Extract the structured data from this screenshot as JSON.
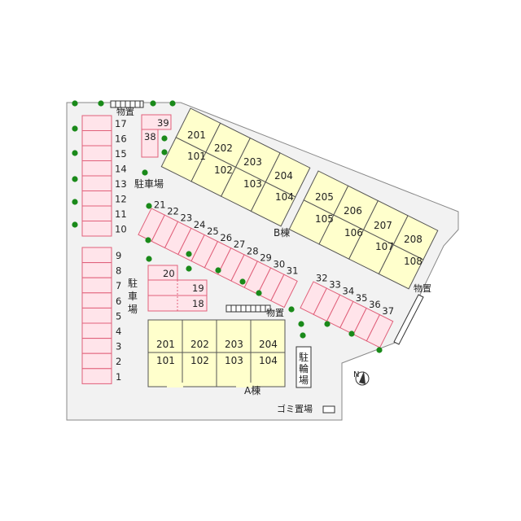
{
  "labels": {
    "storage_top": "物置",
    "parking_west": "駐車場",
    "parking_middle": "駐車場",
    "storage_middle": "物置",
    "storage_east": "物置",
    "bicycle": "駐輪場",
    "garbage": "ゴミ置場",
    "building_a": "A棟",
    "building_b": "B棟",
    "north": "N"
  },
  "building_a_rooms": {
    "upper": [
      "201",
      "202",
      "203",
      "204"
    ],
    "lower": [
      "101",
      "102",
      "103",
      "104"
    ]
  },
  "building_b_west_rooms": {
    "upper": [
      "201",
      "202",
      "203",
      "204"
    ],
    "lower": [
      "101",
      "102",
      "103",
      "104"
    ]
  },
  "building_b_east_rooms": {
    "upper": [
      "205",
      "206",
      "207",
      "208"
    ],
    "lower": [
      "105",
      "106",
      "107",
      "108"
    ]
  },
  "parking": {
    "west_column": [
      "17",
      "16",
      "15",
      "14",
      "13",
      "12",
      "11",
      "10",
      "9",
      "8",
      "7",
      "6",
      "5",
      "4",
      "3",
      "2",
      "1"
    ],
    "top_pair": [
      "39",
      "38"
    ],
    "middle_block": [
      "20",
      "19",
      "18"
    ],
    "diagonal_row": [
      "21",
      "22",
      "23",
      "24",
      "25",
      "26",
      "27",
      "28",
      "29",
      "30",
      "31"
    ],
    "east_row": [
      "32",
      "33",
      "34",
      "35",
      "36",
      "37"
    ]
  },
  "colors": {
    "site": "#f2f2f2",
    "building": "#ffffcc",
    "parking_fill": "#ffe4ea",
    "parking_line": "#e0607a",
    "tree": "#1a8a1a"
  }
}
